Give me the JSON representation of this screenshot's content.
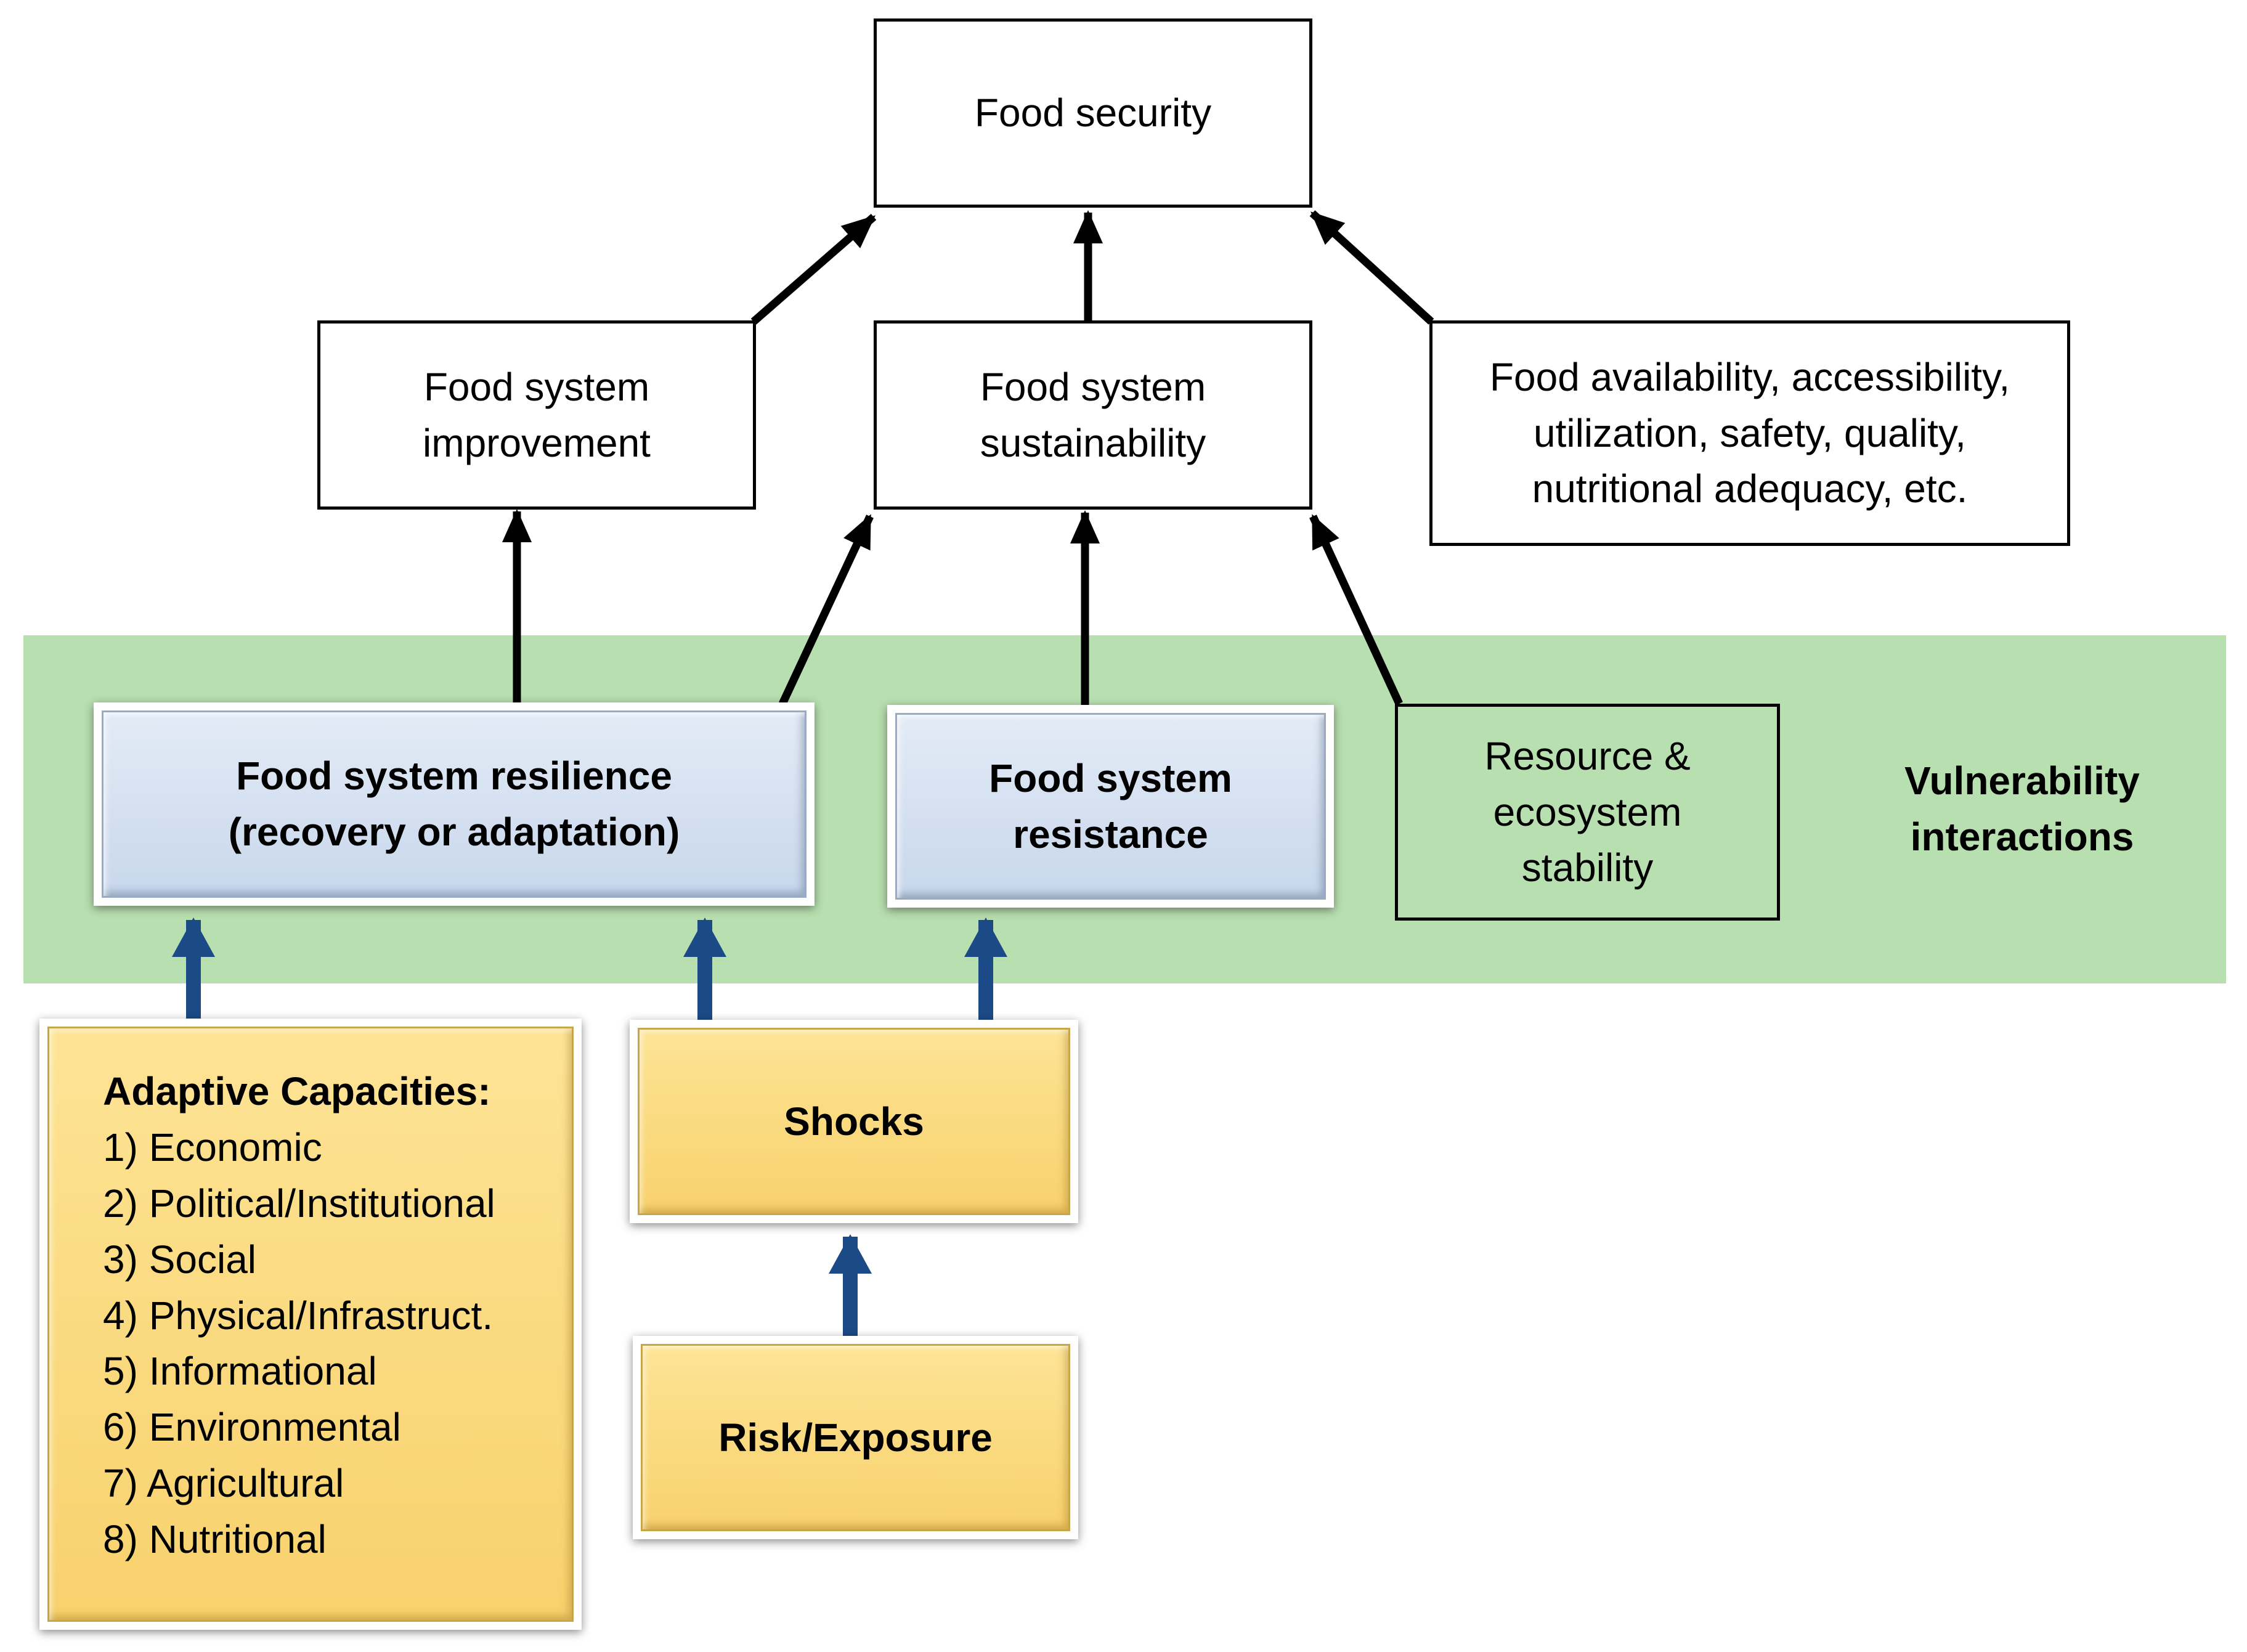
{
  "nodes": {
    "food_security": "Food security",
    "food_system_improvement": "Food system\nimprovement",
    "food_system_sustainability": "Food system\nsustainability",
    "food_dimensions": "Food availability, accessibility,\nutilization, safety, quality,\nnutritional adequacy, etc.",
    "food_system_resilience": "Food  system resilience\n(recovery or adaptation)",
    "food_system_resistance": "Food system\nresistance",
    "resource_ecosystem_stability": "Resource &\necosystem\nstability",
    "shocks": "Shocks",
    "risk_exposure": "Risk/Exposure"
  },
  "band_label": "Vulnerability\ninteractions",
  "adaptive_capacities": {
    "title": "Adaptive Capacities:",
    "items": [
      "1) Economic",
      "2) Political/Institutional",
      "3) Social",
      "4) Physical/Infrastruct.",
      "5) Informational",
      "6) Environmental",
      "7) Agricultural",
      "8) Nutritional"
    ]
  },
  "colors": {
    "band": "#b8dfb0",
    "blue_box": "#cddaee",
    "yellow_box": "#fbd97c",
    "black_arrow": "#000000",
    "blue_arrow": "#1c4a86"
  }
}
